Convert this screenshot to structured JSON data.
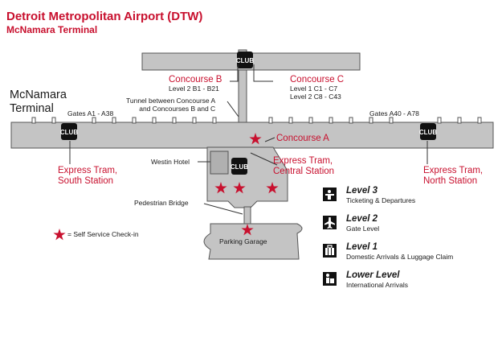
{
  "header": {
    "title": "Detroit Metropolitan Airport (DTW)",
    "subtitle": "McNamara Terminal"
  },
  "terminal_label": [
    "McNamara",
    "Terminal"
  ],
  "concourses": {
    "a": {
      "name": "Concourse A",
      "gates_left": "Gates A1 - A38",
      "gates_right": "Gates A40 - A78"
    },
    "b": {
      "name": "Concourse B",
      "gates": "Level 2  B1 - B21"
    },
    "c": {
      "name": "Concourse C",
      "gates_l1": "Level 1  C1 - C7",
      "gates_l2": "Level 2  C8 - C43"
    }
  },
  "tunnel": [
    "Tunnel between Concourse A",
    "and Concourses B and C"
  ],
  "trams": {
    "south": [
      "Express Tram,",
      "South Station"
    ],
    "central": [
      "Express Tram,",
      "Central Station"
    ],
    "north": [
      "Express Tram,",
      "North Station"
    ]
  },
  "places": {
    "hotel": "Westin Hotel",
    "bridge": "Pedestrian Bridge",
    "garage": "Parking Garage",
    "club": "CLUB"
  },
  "legend": {
    "star_text": "= Self Service Check-in"
  },
  "levels": [
    {
      "name": "Level 3",
      "desc": "Ticketing & Departures",
      "icon": "ticket-counter-icon"
    },
    {
      "name": "Level 2",
      "desc": "Gate Level",
      "icon": "airplane-icon"
    },
    {
      "name": "Level 1",
      "desc": "Domestic Arrivals & Luggage Claim",
      "icon": "luggage-icon"
    },
    {
      "name": "Lower Level",
      "desc": "International Arrivals",
      "icon": "customs-officer-icon"
    }
  ],
  "colors": {
    "accent_red": "#c8102e",
    "terminal_gray": "#c4c4c4",
    "outline": "#555555"
  }
}
